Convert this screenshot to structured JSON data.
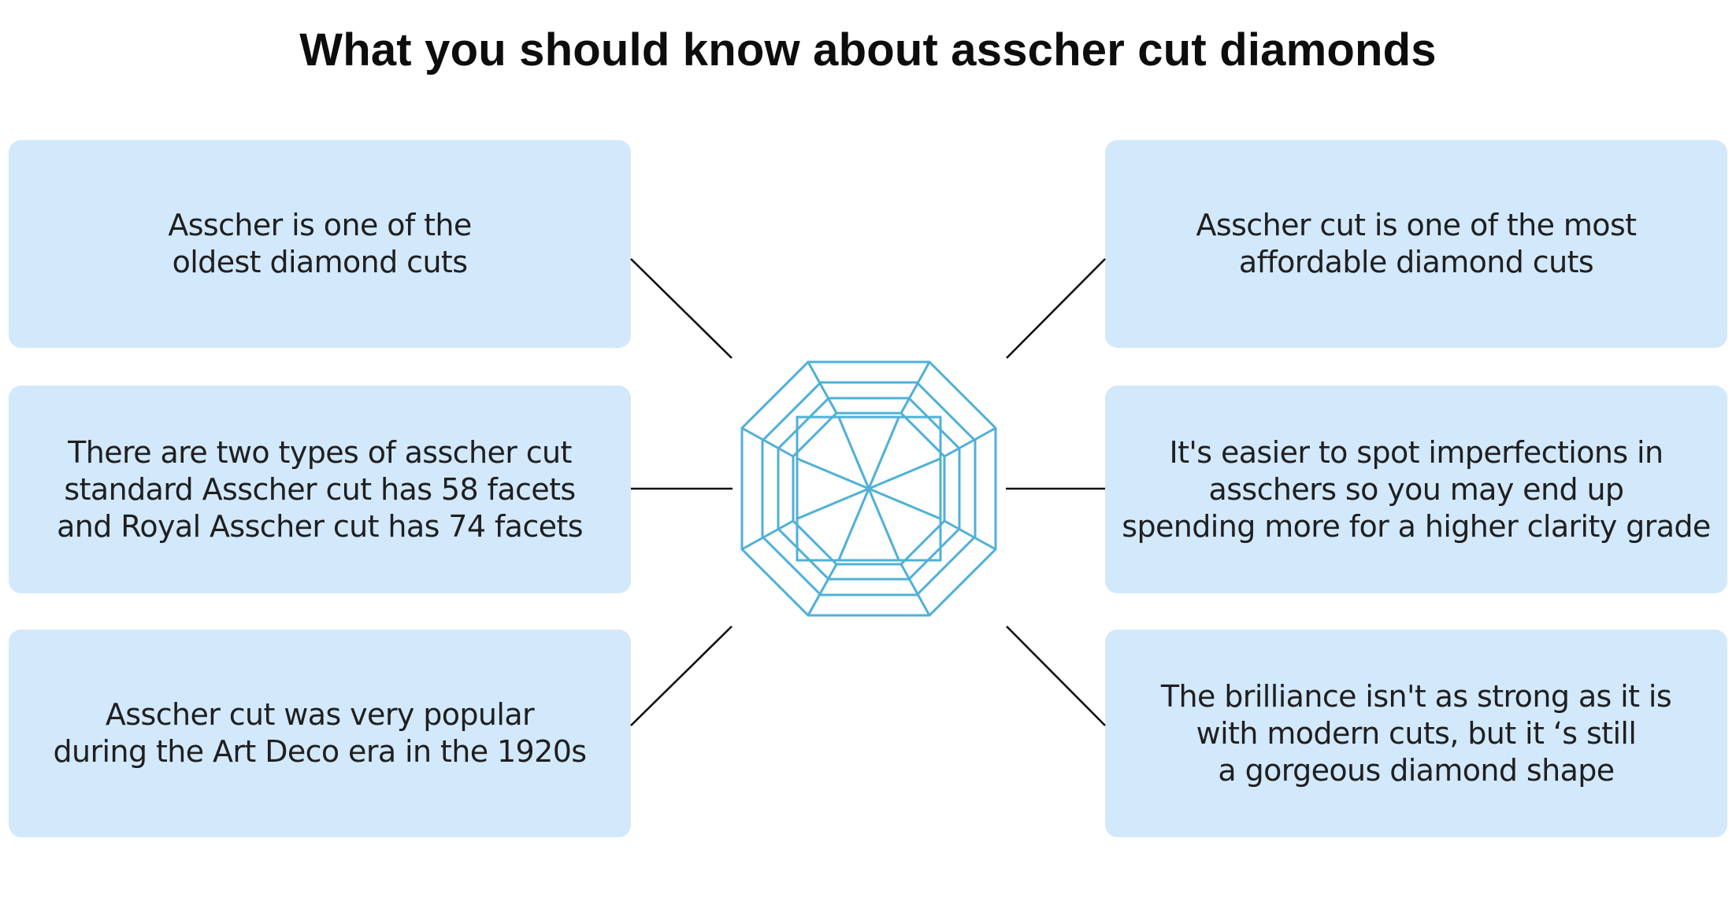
{
  "title": "What you should know about asscher cut diamonds",
  "facts": [
    {
      "id": "fact-oldest",
      "lines": [
        "Asscher is one of the",
        "oldest diamond cuts"
      ]
    },
    {
      "id": "fact-two-types",
      "lines": [
        "There are two types of asscher cut",
        "standard Asscher cut has 58 facets",
        "and Royal Asscher cut has 74 facets"
      ]
    },
    {
      "id": "fact-art-deco",
      "lines": [
        "Asscher cut was very popular",
        "during the Art Deco era in the 1920s"
      ]
    },
    {
      "id": "fact-affordable",
      "lines": [
        "Asscher cut is one of the most",
        "affordable diamond cuts"
      ]
    },
    {
      "id": "fact-imperfections",
      "lines": [
        "It's easier to spot imperfections in",
        "asschers so you may end up",
        "spending more for a higher clarity grade"
      ]
    },
    {
      "id": "fact-brilliance",
      "lines": [
        "The brilliance isn't as strong as it is",
        "with modern cuts, but it ‘s still",
        "a gorgeous diamond shape"
      ]
    }
  ],
  "colors": {
    "card_background": "#d2e8fb",
    "diamond_stroke": "#4fb0d8",
    "connector_stroke": "#111111",
    "title_text": "#0d0d0d"
  },
  "icons": {
    "center": "asscher-diamond-icon"
  }
}
